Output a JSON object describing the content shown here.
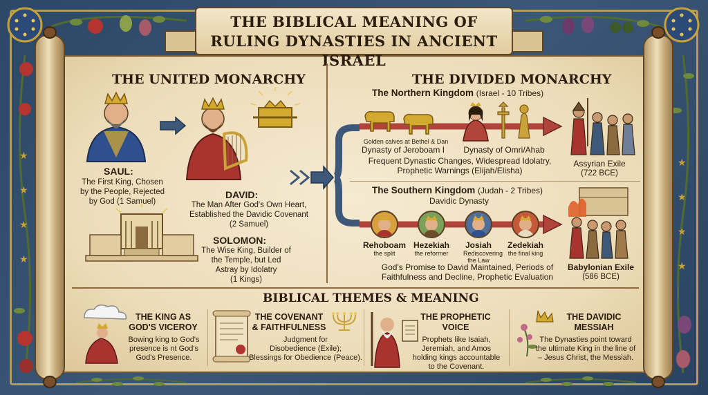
{
  "title": {
    "line1": "THE BIBLICAL MEANING OF",
    "line2": "RULING DYNASTIES IN ANCIENT ISRAEL"
  },
  "united": {
    "heading": "THE UNITED MONARCHY",
    "saul": {
      "name": "SAUL:",
      "desc": [
        "The First King, Chosen",
        "by the People, Rejected",
        "by God (1 Samuel)"
      ]
    },
    "david": {
      "name": "DAVID:",
      "desc": [
        "The Man After God's Own Heart,",
        "Established the Davidic Covenant",
        "(2 Samuel)"
      ]
    },
    "solomon": {
      "name": "SOLOMON:",
      "desc": [
        "The Wise King, Builder of",
        "the Temple, but Led",
        "Astray by Idolatry",
        "(1 Kings)"
      ]
    }
  },
  "divided": {
    "heading": "THE DIVIDED MONARCHY",
    "north": {
      "heading": "The Northern Kingdom",
      "heading_note": "(Israel - 10 Tribes)",
      "calves": "Golden calves at Bethel & Dan",
      "jeroboam": "Dynasty of Jeroboam I",
      "omri": "Dynasty of Omri/Ahab",
      "summary": [
        "Frequent Dynastic Changes, Widespread Idolatry,",
        "Prophetic Warnings (Elijah/Elisha)"
      ],
      "exile": "Assyrian Exile",
      "exile_date": "(722 BCE)"
    },
    "south": {
      "heading": "The Southern Kingdom",
      "heading_note": "(Judah - 2 Tribes)",
      "sub": "Davidic Dynasty",
      "kings": [
        {
          "name": "Rehoboam",
          "note": "the split"
        },
        {
          "name": "Hezekiah",
          "note": "the reformer"
        },
        {
          "name": "Josiah",
          "note": "Rediscovering the Law"
        },
        {
          "name": "Zedekiah",
          "note": "the final king"
        }
      ],
      "summary": [
        "God's Promise to David Maintained, Periods of",
        "Faithfulness and Decline, Prophetic Evaluation"
      ],
      "exile": "Babylonian Exile",
      "exile_date": "(586 BCE)"
    }
  },
  "themes": {
    "heading": "BIBLICAL THEMES & MEANING",
    "items": [
      {
        "title": [
          "THE KING AS",
          "GOD'S VICEROY"
        ],
        "desc": [
          "Bowing king to God's",
          "presence is nt God's",
          "God's Presence."
        ]
      },
      {
        "title": [
          "THE COVENANT",
          "& FAITHFULNESS"
        ],
        "desc": [
          "Judgment for",
          "Disobedience (Exile);",
          "Blessings for Obedience (Peace)."
        ]
      },
      {
        "title": [
          "THE PROPHETIC",
          "VOICE"
        ],
        "desc": [
          "Prophets like Isaiah,",
          "Jeremiah, and Amos",
          "holding kings accountable",
          "to the Covenant."
        ]
      },
      {
        "title": [
          "THE DAVIDIC",
          "MESSIAH"
        ],
        "desc": [
          "The Dynasties point toward",
          "the ultimate King in the line of",
          "– Jesus Christ, the Messiah."
        ]
      }
    ]
  },
  "colors": {
    "navy": "#2d4766",
    "parchment": "#f0e2c2",
    "ink": "#2a1c0e",
    "arrow_red": "#b0443a",
    "arrow_blue": "#3d5878",
    "gold": "#c9a23a"
  }
}
